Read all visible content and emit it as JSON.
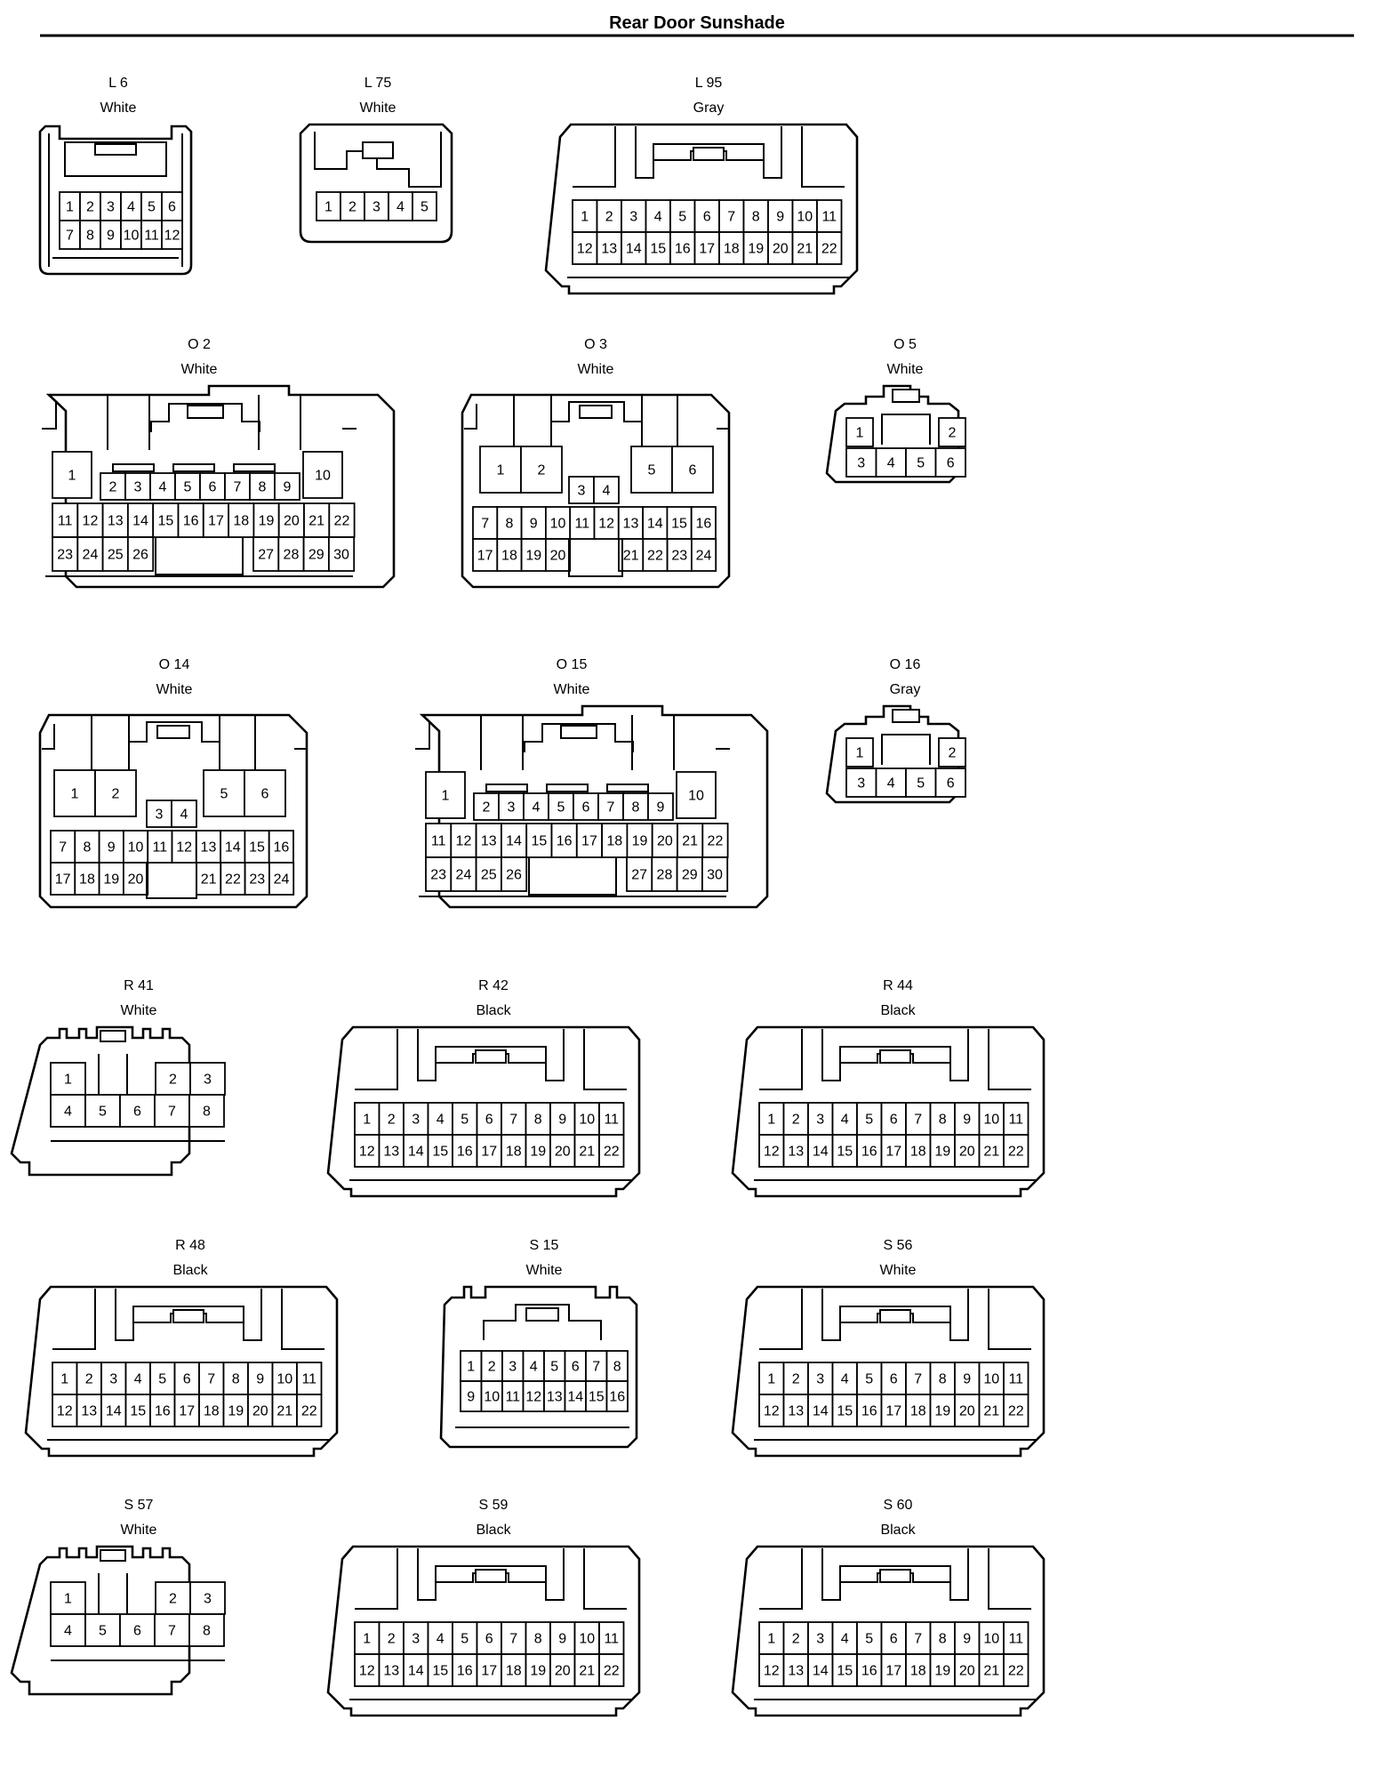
{
  "title": "Rear Door Sunshade",
  "connectors": [
    {
      "id": "L 6",
      "color": "White",
      "kind": "small12"
    },
    {
      "id": "L 75",
      "color": "White",
      "kind": "small5"
    },
    {
      "id": "L 95",
      "color": "Gray",
      "kind": "wide22"
    },
    {
      "id": "O 2",
      "color": "White",
      "kind": "o30"
    },
    {
      "id": "O 3",
      "color": "White",
      "kind": "o24"
    },
    {
      "id": "O 5",
      "color": "White",
      "kind": "six"
    },
    {
      "id": "O 14",
      "color": "White",
      "kind": "o24"
    },
    {
      "id": "O 15",
      "color": "White",
      "kind": "o30"
    },
    {
      "id": "O 16",
      "color": "Gray",
      "kind": "six"
    },
    {
      "id": "R 41",
      "color": "White",
      "kind": "eight"
    },
    {
      "id": "R 42",
      "color": "Black",
      "kind": "wide22"
    },
    {
      "id": "R 44",
      "color": "Black",
      "kind": "wide22"
    },
    {
      "id": "R 48",
      "color": "Black",
      "kind": "wide22"
    },
    {
      "id": "S 15",
      "color": "White",
      "kind": "sixteen"
    },
    {
      "id": "S 56",
      "color": "White",
      "kind": "wide22"
    },
    {
      "id": "S 57",
      "color": "White",
      "kind": "eight"
    },
    {
      "id": "S 59",
      "color": "Black",
      "kind": "wide22"
    },
    {
      "id": "S 60",
      "color": "Black",
      "kind": "wide22"
    }
  ]
}
